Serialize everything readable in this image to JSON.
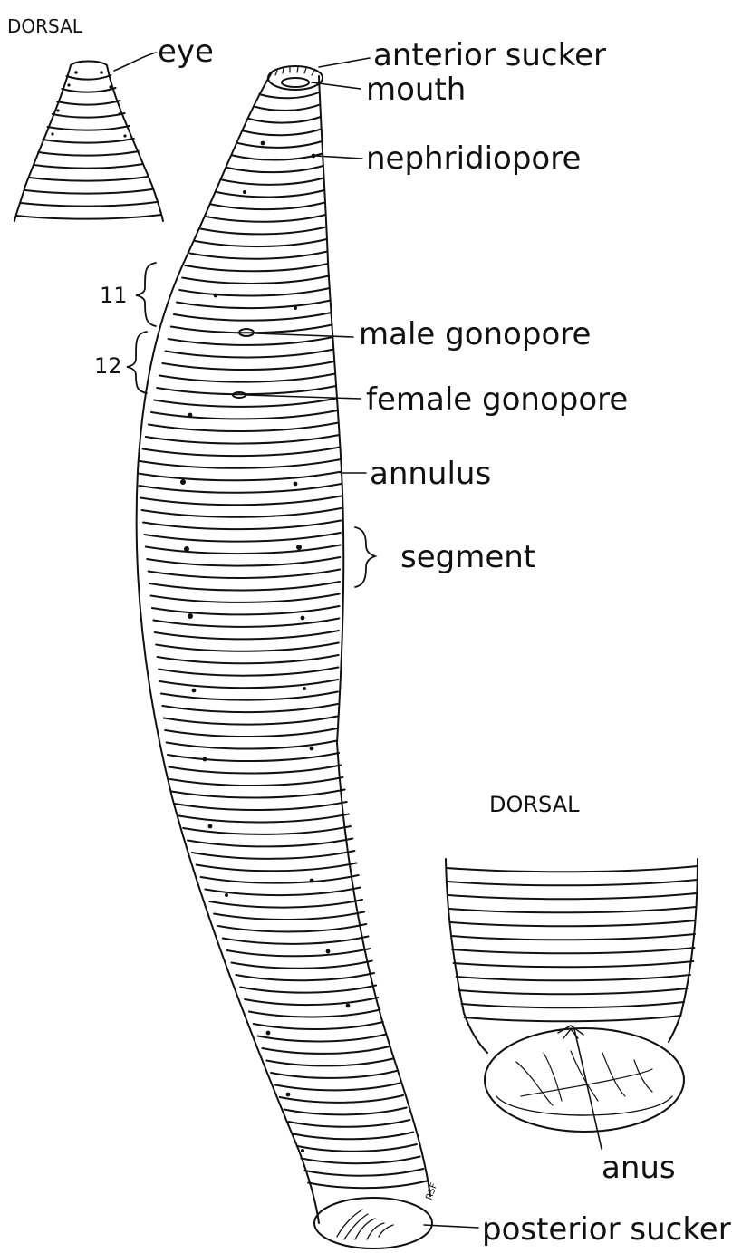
{
  "views": {
    "top_left_title": "DORSAL",
    "bottom_right_title": "DORSAL"
  },
  "labels": {
    "eye": "eye",
    "anterior_sucker": "anterior sucker",
    "mouth": "mouth",
    "nephridiopore": "nephridiopore",
    "segment_11": "11",
    "segment_12": "12",
    "male_gonopore": "male gonopore",
    "female_gonopore": "female gonopore",
    "annulus": "annulus",
    "segment": "segment",
    "anus": "anus",
    "posterior_sucker": "posterior sucker",
    "initials": "RSF"
  }
}
